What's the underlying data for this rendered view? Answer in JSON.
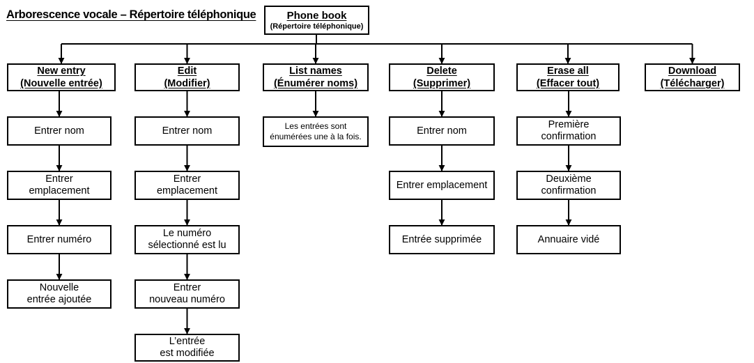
{
  "title": "Arborescence vocale – Répertoire téléphonique",
  "root": {
    "line1": "Phone book",
    "line2": "(Répertoire téléphonique)"
  },
  "columns": [
    {
      "header": [
        "New entry",
        "(Nouvelle entrée)"
      ],
      "steps": [
        [
          "Entrer nom"
        ],
        [
          "Entrer",
          "emplacement"
        ],
        [
          "Entrer numéro"
        ],
        [
          "Nouvelle",
          "entrée ajoutée"
        ]
      ]
    },
    {
      "header": [
        "Edit",
        "(Modifier)"
      ],
      "steps": [
        [
          "Entrer nom"
        ],
        [
          "Entrer",
          "emplacement"
        ],
        [
          "Le numéro",
          "sélectionné est lu"
        ],
        [
          "Entrer",
          "nouveau numéro"
        ],
        [
          "L’entrée",
          "est modifiée"
        ]
      ]
    },
    {
      "header": [
        "List names",
        "(Énumérer noms)"
      ],
      "steps": [
        [
          "Les entrées sont",
          "énumérées une à la fois."
        ]
      ]
    },
    {
      "header": [
        "Delete",
        "(Supprimer)"
      ],
      "steps": [
        [
          "Entrer nom"
        ],
        [
          "Entrer emplacement"
        ],
        [
          "Entrée supprimée"
        ]
      ]
    },
    {
      "header": [
        "Erase all",
        "(Effacer tout)"
      ],
      "steps": [
        [
          "Première",
          "confirmation"
        ],
        [
          "Deuxième",
          "confirmation"
        ],
        [
          "Annuaire vidé"
        ]
      ]
    },
    {
      "header": [
        "Download",
        "(Télécharger)"
      ],
      "steps": []
    }
  ]
}
